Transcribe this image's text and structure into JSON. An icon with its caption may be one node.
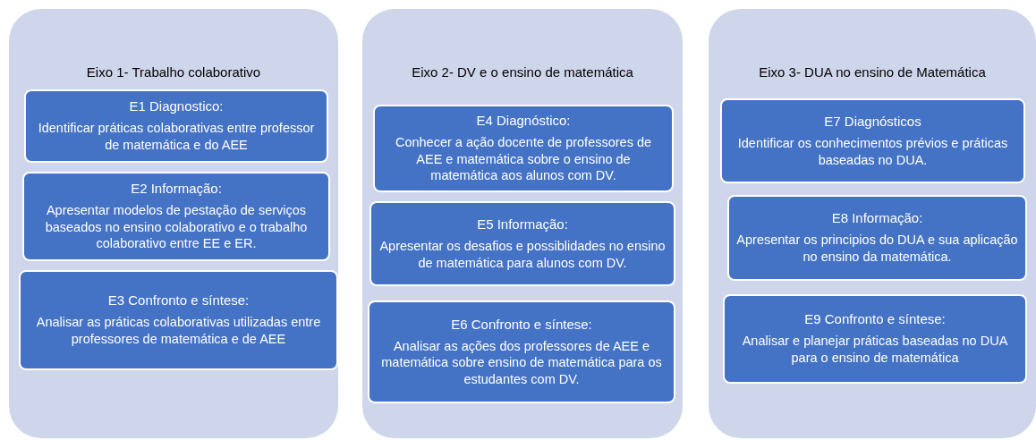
{
  "diagram": {
    "nodes": [
      {
        "text": [
          "Eixo 1- Trabalho colaborativo"
        ]
      },
      {
        "text": [
          "E1 Diagnostico:",
          "Identificar práticas colaborativas entre professor de matemática e do AEE"
        ],
        "in": 0
      },
      {
        "text": [
          "E2 Informação:",
          "Apresentar modelos de pestação de serviços baseados no ensino colaborativo e o trabalho colaborativo entre EE e ER."
        ],
        "in": 0
      },
      {
        "text": [
          "E3 Confronto e síntese:",
          "Analisar as práticas colaborativas utilizadas entre professores de matemática e de AEE"
        ],
        "in": 0
      },
      {
        "text": [
          "Eixo 2- DV e o ensino de matemática"
        ]
      },
      {
        "text": [
          "E4 Diagnóstico:",
          "Conhecer a ação docente de professores de AEE e matemática sobre o ensino de matemática aos alunos com DV."
        ],
        "in": 4
      },
      {
        "text": [
          "E5 Informação:",
          "Apresentar os desafios e possiblidades no ensino de matemática para alunos com DV."
        ],
        "in": 4
      },
      {
        "text": [
          "E6 Confronto e síntese:",
          "Analisar as ações  dos professores de AEE e matemática sobre ensino de matemática para os estudantes com DV."
        ],
        "in": 4
      },
      {
        "text": [
          "Eixo 3- DUA no ensino de Matemática"
        ]
      },
      {
        "text": [
          "E7 Diagnósticos",
          "Identificar os conhecimentos prévios e práticas baseadas no DUA."
        ],
        "in": 8
      },
      {
        "text": [
          "E8 Informação:",
          "Apresentar os principios do DUA e sua aplicação no ensino da matemática."
        ],
        "in": 8
      },
      {
        "text": [
          "E9 Confronto e síntese:",
          "Analisar e planejar práticas baseadas no DUA para o ensino de matemática"
        ],
        "in": 8
      }
    ],
    "edges": []
  }
}
